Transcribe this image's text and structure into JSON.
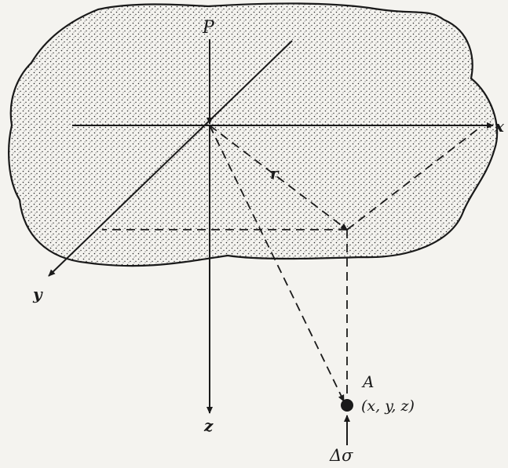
{
  "diagram": {
    "labels": {
      "load": "P",
      "x_axis": "x",
      "y_axis": "y",
      "z_axis": "z",
      "radius": "r",
      "point": "A",
      "point_coords": "(x, y, z)",
      "stress": "Δσ"
    },
    "colors": {
      "background": "#f4f3ef",
      "region_fill": "#e8e6e0",
      "ink": "#1a1a1a"
    }
  }
}
